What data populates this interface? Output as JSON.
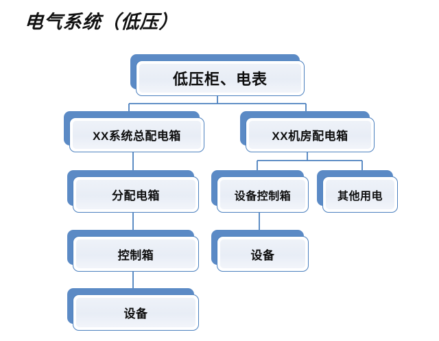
{
  "title": "电气系统（低压）",
  "colors": {
    "plate_blue": "#5b8ac5",
    "border_blue": "#4a7fbe",
    "face_fill": "#eef2f8",
    "connector": "#4a7fbe",
    "text": "#0d0d0d",
    "background": "#ffffff"
  },
  "diagram": {
    "type": "org-chart",
    "orientation": "top-down",
    "nodes": [
      {
        "id": "n1",
        "label": "低压柜、电表",
        "level": 1,
        "parent": null
      },
      {
        "id": "n2",
        "label": "XX系统总配电箱",
        "level": 2,
        "parent": "n1"
      },
      {
        "id": "n3",
        "label": "XX机房配电箱",
        "level": 2,
        "parent": "n1"
      },
      {
        "id": "n4",
        "label": "分配电箱",
        "level": 3,
        "parent": "n2"
      },
      {
        "id": "n5",
        "label": "设备控制箱",
        "level": 3,
        "parent": "n3"
      },
      {
        "id": "n6",
        "label": "其他用电",
        "level": 3,
        "parent": "n3"
      },
      {
        "id": "n7",
        "label": "控制箱",
        "level": 4,
        "parent": "n4"
      },
      {
        "id": "n8",
        "label": "设备",
        "level": 4,
        "parent": "n5"
      },
      {
        "id": "n9",
        "label": "设备",
        "level": 5,
        "parent": "n7"
      }
    ]
  }
}
